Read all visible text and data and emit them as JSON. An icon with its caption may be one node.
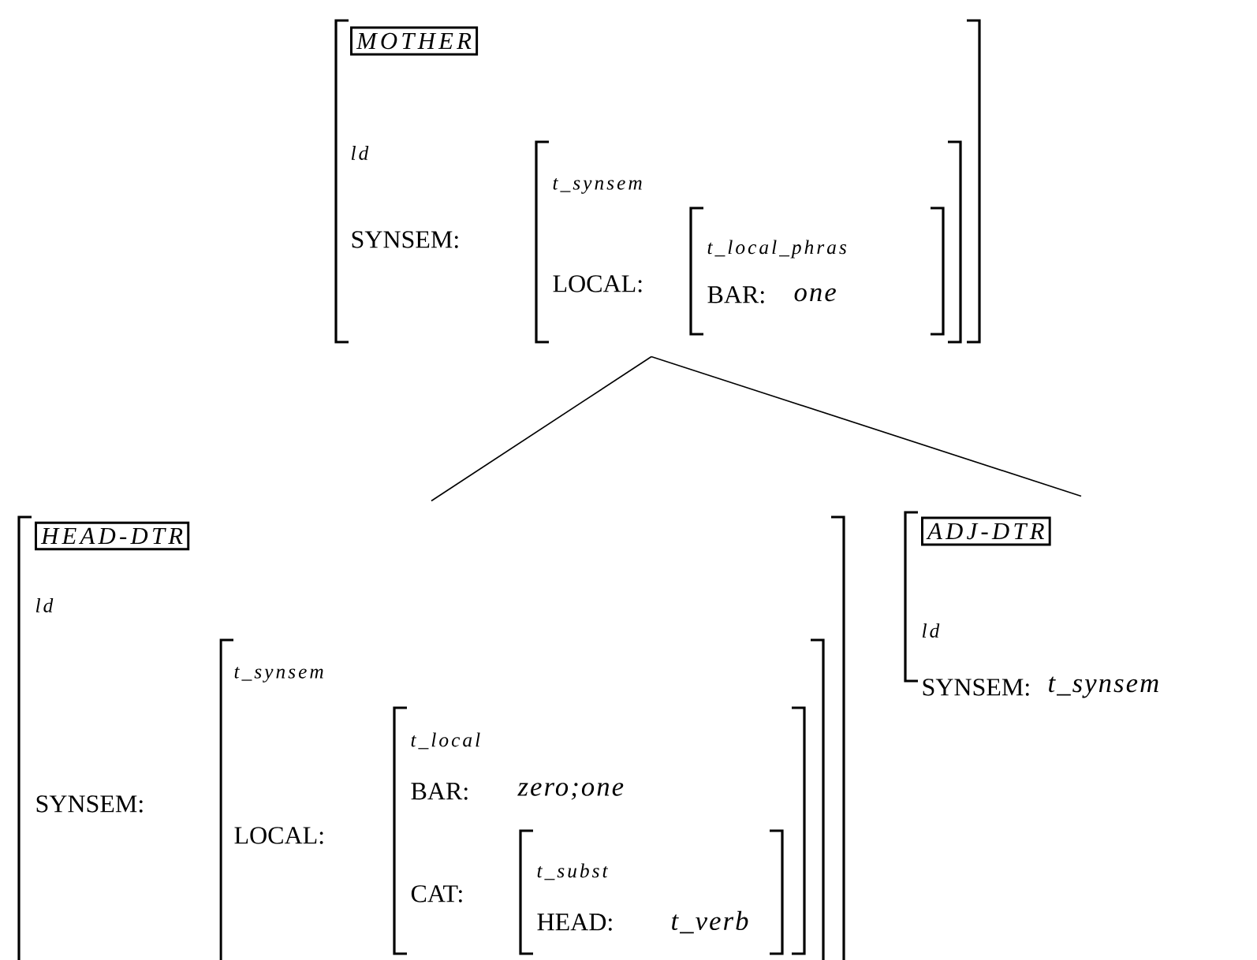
{
  "diagram": {
    "nodes": [
      {
        "text": [
          "ld",
          "SYNSEM:"
        ]
      },
      {
        "text": [
          "MOTHER"
        ],
        "in": 0
      },
      {
        "text": [
          "t_synsem",
          "LOCAL:"
        ],
        "in": 0
      },
      {
        "text": [
          "t_local_phras",
          "BAR:",
          "one"
        ],
        "in": 2
      },
      {
        "text": [
          "ld",
          "SYNSEM:"
        ]
      },
      {
        "text": [
          "HEAD-DTR"
        ],
        "in": 4
      },
      {
        "text": [
          "t_synsem",
          "LOCAL:"
        ],
        "in": 4
      },
      {
        "text": [
          "t_local",
          "BAR:",
          "zero;one",
          "CAT:"
        ],
        "in": 6
      },
      {
        "text": [
          "t_subst",
          "HEAD:",
          "t_verb"
        ],
        "in": 7
      },
      {
        "text": [
          "ld",
          "SYNSEM:",
          "t_synsem"
        ]
      },
      {
        "text": [
          "ADJ-DTR"
        ],
        "in": 9
      }
    ],
    "edges": [
      {
        "from": 0,
        "to": 4,
        "arrow": "none"
      },
      {
        "from": 0,
        "to": 9,
        "arrow": "none"
      }
    ]
  }
}
